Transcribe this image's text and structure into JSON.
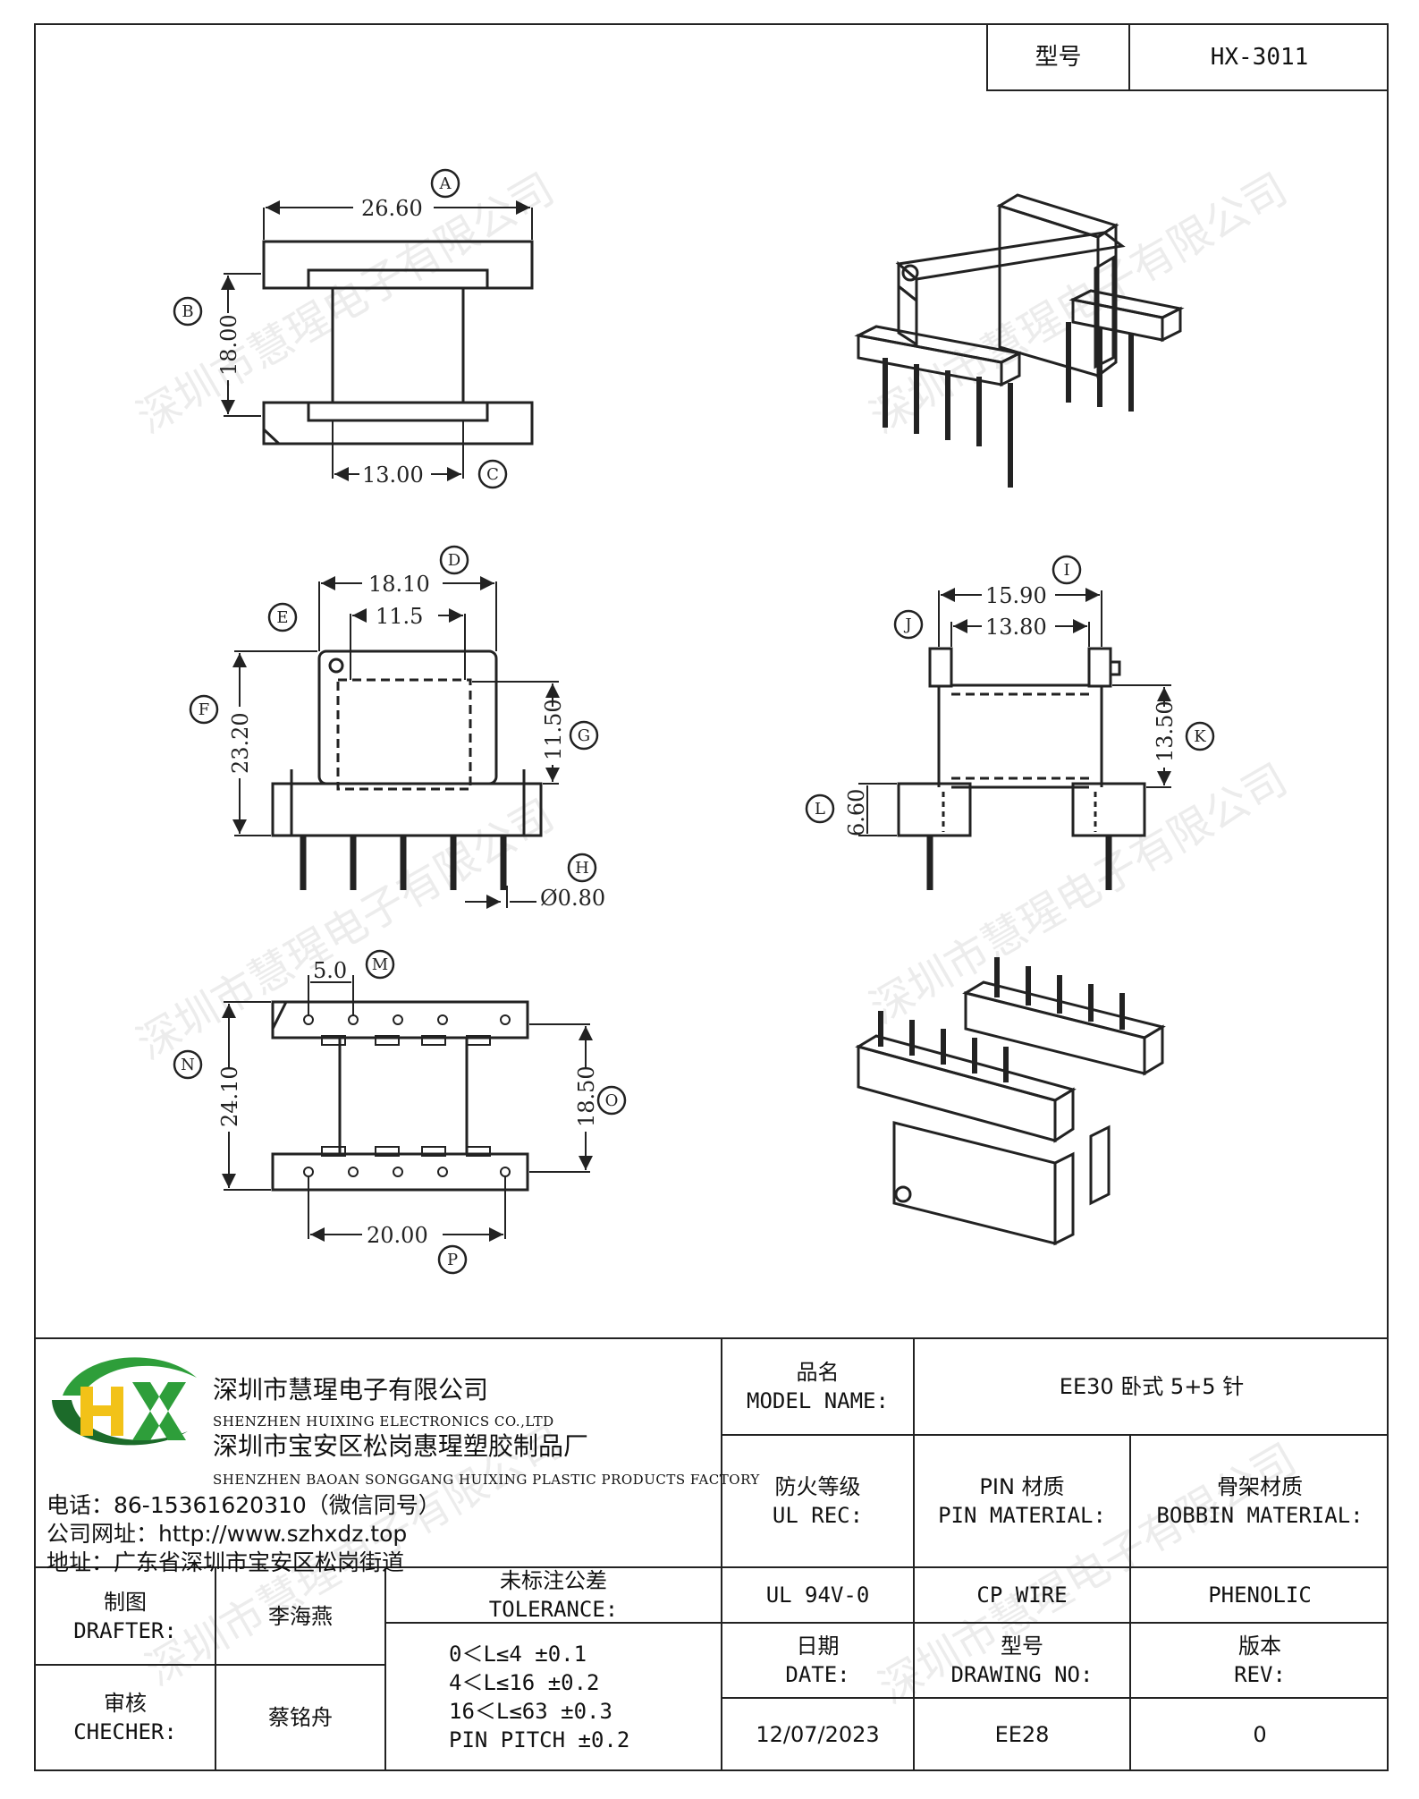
{
  "header": {
    "model_label": "型号",
    "model_value": "HX-3011"
  },
  "drawing": {
    "dims": {
      "A": "26.60",
      "B": "18.00",
      "C": "13.00",
      "D": "18.10",
      "E_inner": "11.5",
      "F": "23.20",
      "G": "11.50",
      "H": "Ø0.80",
      "I": "15.90",
      "J": "13.80",
      "K": "13.50",
      "L": "6.60",
      "M": "5.0",
      "N": "24.10",
      "O": "18.50",
      "P": "20.00"
    },
    "letters": [
      "A",
      "B",
      "C",
      "D",
      "E",
      "F",
      "G",
      "H",
      "I",
      "J",
      "K",
      "L",
      "M",
      "N",
      "O",
      "P"
    ]
  },
  "watermark": "深圳市慧瑆电子有限公司",
  "company": {
    "logo_text": "HX",
    "name_cn": "深圳市慧瑆电子有限公司",
    "name_en": "SHENZHEN HUIXING ELECTRONICS CO.,LTD",
    "factory_cn": "深圳市宝安区松岗惠瑆塑胶制品厂",
    "factory_en": "SHENZHEN BAOAN SONGGANG HUIXING PLASTIC PRODUCTS FACTORY",
    "phone": "电话：86-15361620310（微信同号）",
    "website": "公司网址：http://www.szhxdz.top",
    "address": "地址：广东省深圳市宝安区松岗街道"
  },
  "table": {
    "model_name_cn": "品名",
    "model_name_en": "MODEL NAME:",
    "model_name_value": "EE30 卧式 5+5 针",
    "ul_cn": "防火等级",
    "ul_en": "UL REC:",
    "pin_cn": "PIN 材质",
    "pin_en": "PIN MATERIAL:",
    "bobbin_cn": "骨架材质",
    "bobbin_en": "BOBBIN MATERIAL:",
    "ul_value": "UL 94V-0",
    "pin_value": "CP WIRE",
    "bobbin_value": "PHENOLIC",
    "drafter_cn": "制图",
    "drafter_en": "DRAFTER:",
    "drafter_name": "李海燕",
    "checker_cn": "审核",
    "checker_en": "CHECHER:",
    "checker_name": "蔡铭舟",
    "tolerance_cn": "未标注公差",
    "tolerance_en": "TOLERANCE:",
    "tolerance_lines": [
      "0＜L≤4  ±0.1",
      "4＜L≤16 ±0.2",
      "16＜L≤63 ±0.3",
      "PIN PITCH ±0.2"
    ],
    "date_cn": "日期",
    "date_en": "DATE:",
    "date_value": "12/07/2023",
    "drawing_cn": "型号",
    "drawing_en": "DRAWING NO:",
    "drawing_value": "EE28",
    "rev_cn": "版本",
    "rev_en": "REV:",
    "rev_value": "0"
  },
  "colors": {
    "logo_green": "#2e9e3a",
    "logo_yellow": "#f2c218",
    "logo_dark": "#1c6b2a"
  }
}
